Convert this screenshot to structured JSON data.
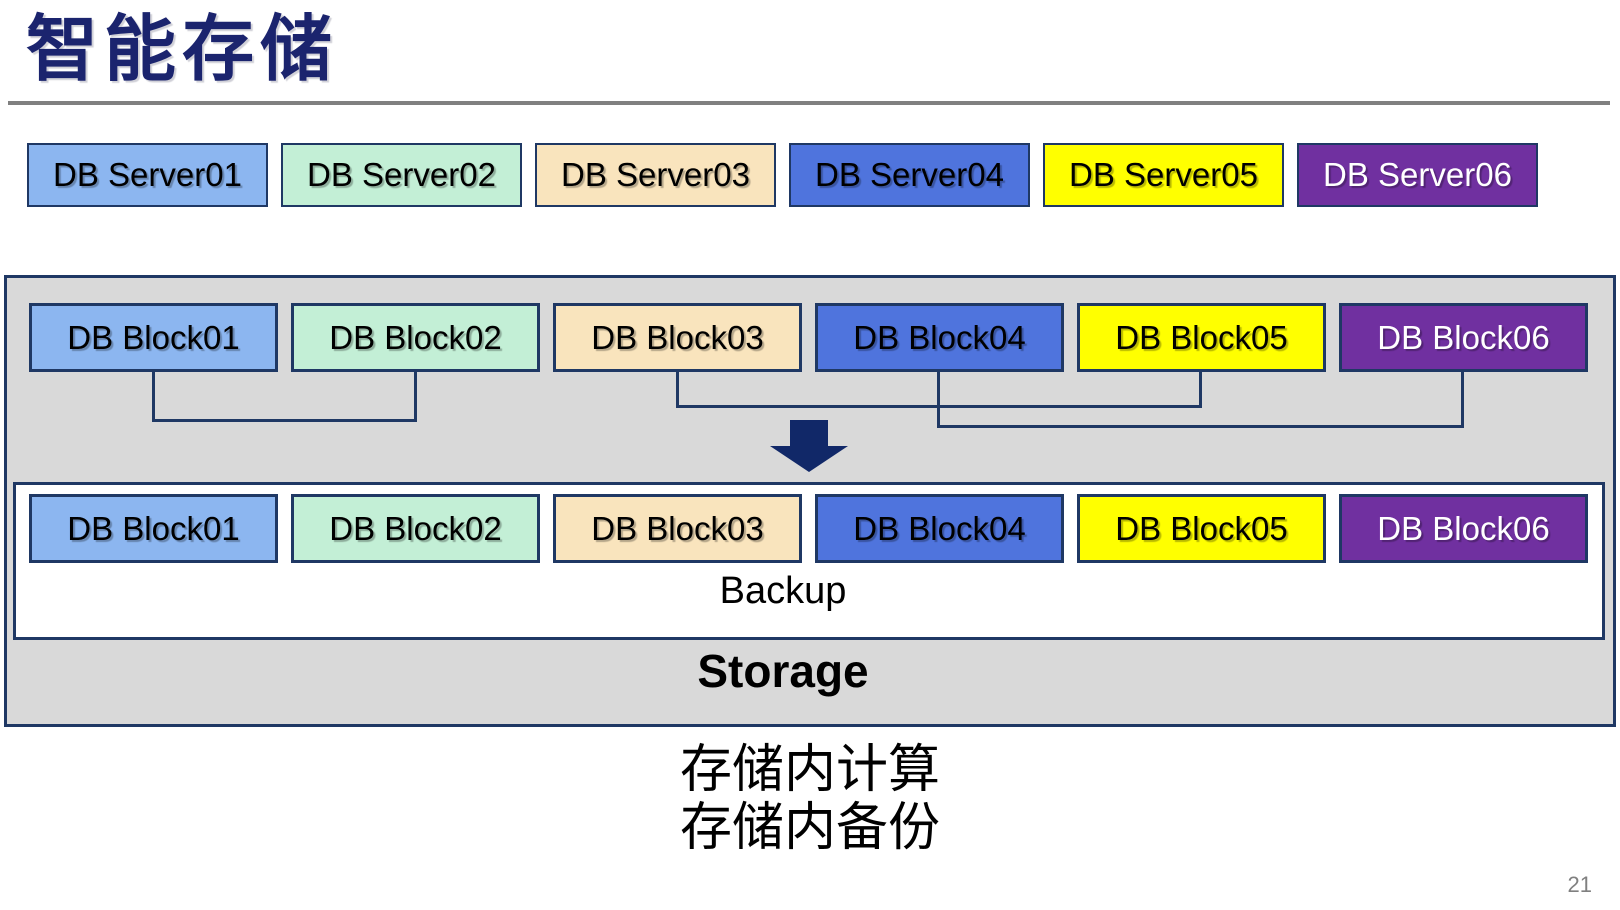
{
  "slide": {
    "title": "智能存储",
    "backup_label": "Backup",
    "storage_label": "Storage",
    "captions": [
      "存储内计算",
      "存储内备份"
    ],
    "page_number": "21"
  },
  "rows": {
    "servers": [
      "DB Server01",
      "DB Server02",
      "DB Server03",
      "DB Server04",
      "DB Server05",
      "DB Server06"
    ],
    "blocks_top": [
      "DB Block01",
      "DB Block02",
      "DB Block03",
      "DB Block04",
      "DB Block05",
      "DB Block06"
    ],
    "blocks_bottom": [
      "DB Block01",
      "DB Block02",
      "DB Block03",
      "DB Block04",
      "DB Block05",
      "DB Block06"
    ]
  },
  "palette": [
    {
      "name": "light-blue",
      "bg": "#8CB6F0",
      "fg": "#000000"
    },
    {
      "name": "mint-green",
      "bg": "#C3EFD6",
      "fg": "#000000"
    },
    {
      "name": "wheat",
      "bg": "#F9E4BD",
      "fg": "#000000"
    },
    {
      "name": "blue",
      "bg": "#4F74DD",
      "fg": "#000000"
    },
    {
      "name": "yellow",
      "bg": "#FFFF00",
      "fg": "#000000"
    },
    {
      "name": "purple",
      "bg": "#7030A0",
      "fg": "#FFFFFF"
    }
  ],
  "colors": {
    "border": "#1F3864",
    "container_fill": "#D9D9D9",
    "title": "#1B246E",
    "arrow": "#112868",
    "rule": "#808080",
    "page_number": "#808080"
  },
  "icons": {
    "down_arrow": "filled navy downward block arrow"
  }
}
